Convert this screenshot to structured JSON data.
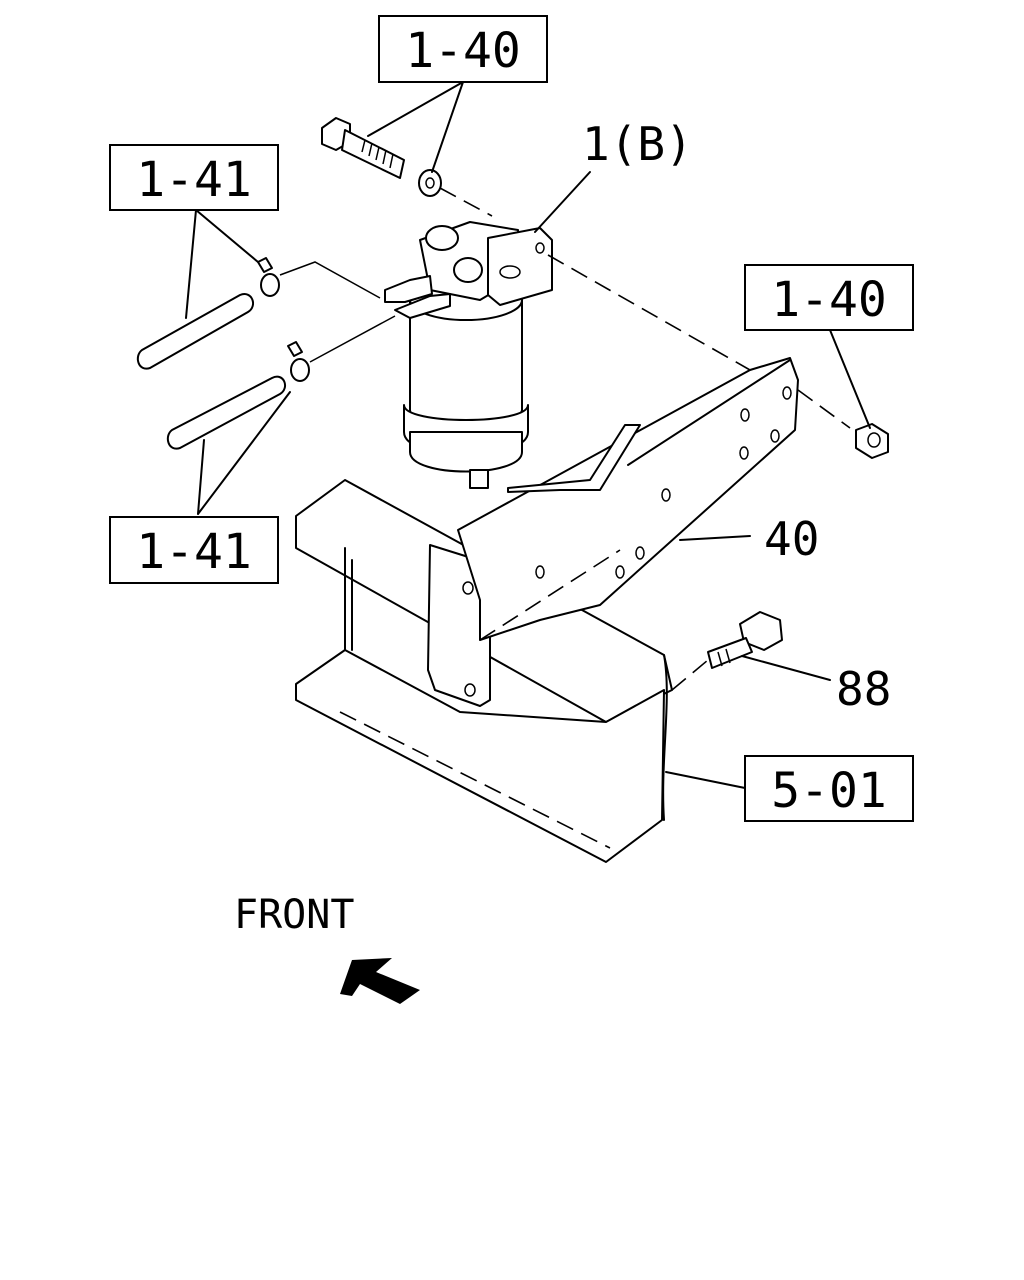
{
  "callouts": {
    "top_bolt_ref": "1-40",
    "upper_hose_ref": "1-41",
    "lower_hose_ref": "1-41",
    "right_nut_ref": "1-40",
    "frame_ref": "5-01",
    "filter_label": "1(B)",
    "bracket_label": "40",
    "bolt_label": "88"
  },
  "direction": {
    "label": "FRONT"
  },
  "colors": {
    "line": "#000000",
    "background": "#ffffff"
  }
}
